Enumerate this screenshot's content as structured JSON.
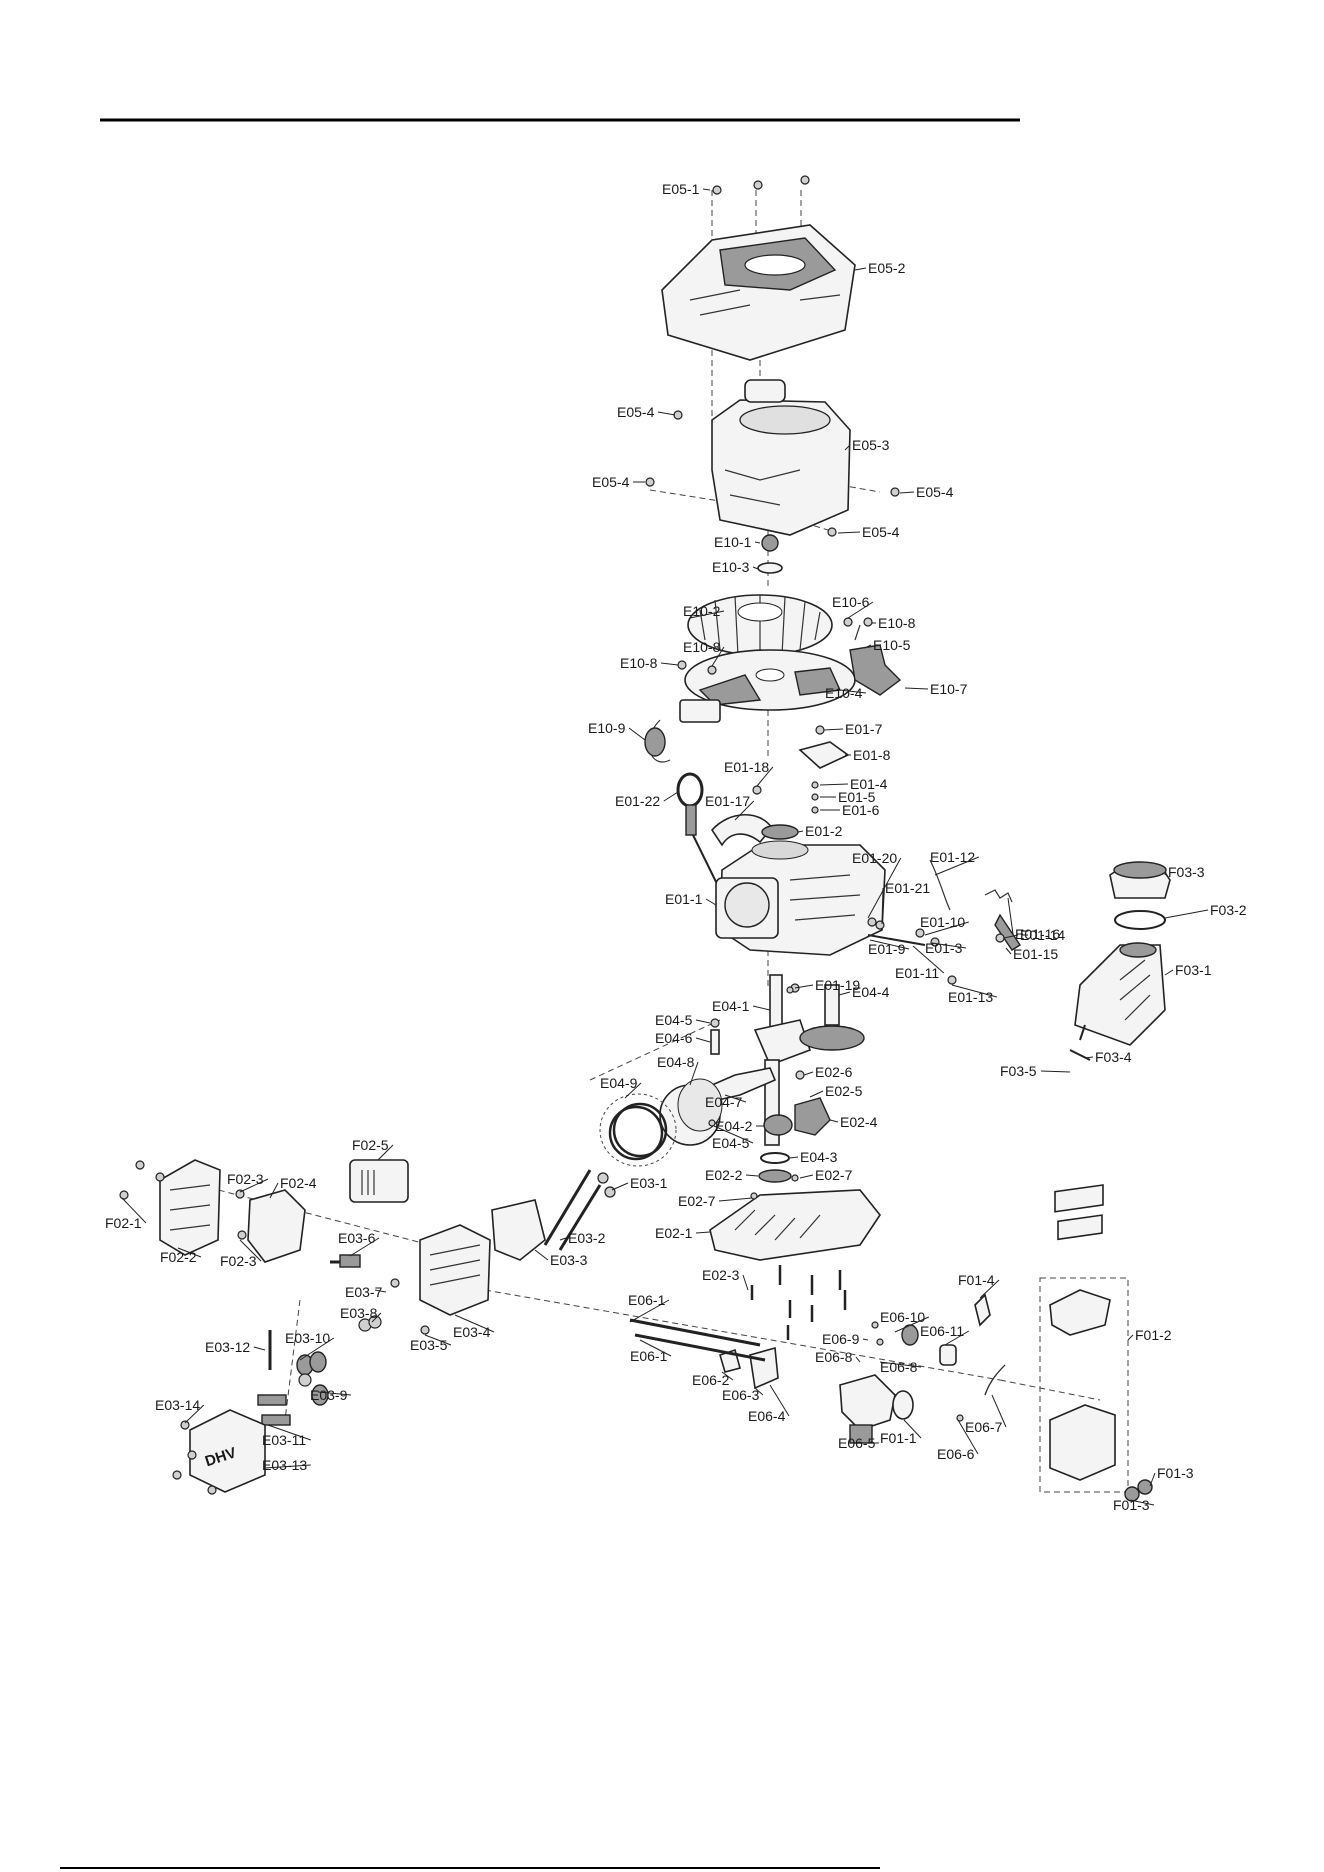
{
  "labels": [
    {
      "id": "E05-1",
      "text": "E05-1"
    },
    {
      "id": "E05-2",
      "text": "E05-2"
    },
    {
      "id": "E05-4a",
      "text": "E05-4"
    },
    {
      "id": "E05-3",
      "text": "E05-3"
    },
    {
      "id": "E05-4b",
      "text": "E05-4"
    },
    {
      "id": "E05-4c",
      "text": "E05-4"
    },
    {
      "id": "E05-4d",
      "text": "E05-4"
    },
    {
      "id": "E10-1",
      "text": "E10-1"
    },
    {
      "id": "E10-3",
      "text": "E10-3"
    },
    {
      "id": "E10-2",
      "text": "E10-2"
    },
    {
      "id": "E10-6",
      "text": "E10-6"
    },
    {
      "id": "E10-8a",
      "text": "E10-8"
    },
    {
      "id": "E10-5",
      "text": "E10-5"
    },
    {
      "id": "E10-8b",
      "text": "E10-8"
    },
    {
      "id": "E10-8c",
      "text": "E10-8"
    },
    {
      "id": "E10-4",
      "text": "E10-4"
    },
    {
      "id": "E10-7",
      "text": "E10-7"
    },
    {
      "id": "E10-9",
      "text": "E10-9"
    },
    {
      "id": "E01-7",
      "text": "E01-7"
    },
    {
      "id": "E01-8",
      "text": "E01-8"
    },
    {
      "id": "E01-18",
      "text": "E01-18"
    },
    {
      "id": "E01-4",
      "text": "E01-4"
    },
    {
      "id": "E01-5",
      "text": "E01-5"
    },
    {
      "id": "E01-22",
      "text": "E01-22"
    },
    {
      "id": "E01-17",
      "text": "E01-17"
    },
    {
      "id": "E01-6",
      "text": "E01-6"
    },
    {
      "id": "E01-2",
      "text": "E01-2"
    },
    {
      "id": "E01-12",
      "text": "E01-12"
    },
    {
      "id": "E01-20",
      "text": "E01-20"
    },
    {
      "id": "E01-21",
      "text": "E01-21"
    },
    {
      "id": "E01-1",
      "text": "E01-1"
    },
    {
      "id": "E01-16",
      "text": "E01-16"
    },
    {
      "id": "E01-10",
      "text": "E01-10"
    },
    {
      "id": "E01-14",
      "text": "E01-14"
    },
    {
      "id": "E01-9",
      "text": "E01-9"
    },
    {
      "id": "E01-3",
      "text": "E01-3"
    },
    {
      "id": "E01-15",
      "text": "E01-15"
    },
    {
      "id": "E01-11",
      "text": "E01-11"
    },
    {
      "id": "E01-19",
      "text": "E01-19"
    },
    {
      "id": "E01-13",
      "text": "E01-13"
    },
    {
      "id": "F03-3",
      "text": "F03-3"
    },
    {
      "id": "F03-2",
      "text": "F03-2"
    },
    {
      "id": "F03-1",
      "text": "F03-1"
    },
    {
      "id": "F03-4",
      "text": "F03-4"
    },
    {
      "id": "F03-5",
      "text": "F03-5"
    },
    {
      "id": "E04-1",
      "text": "E04-1"
    },
    {
      "id": "E04-4",
      "text": "E04-4"
    },
    {
      "id": "E04-5a",
      "text": "E04-5"
    },
    {
      "id": "E04-6",
      "text": "E04-6"
    },
    {
      "id": "E04-8",
      "text": "E04-8"
    },
    {
      "id": "E02-6",
      "text": "E02-6"
    },
    {
      "id": "E04-9",
      "text": "E04-9"
    },
    {
      "id": "E02-5",
      "text": "E02-5"
    },
    {
      "id": "E04-7",
      "text": "E04-7"
    },
    {
      "id": "E02-4",
      "text": "E02-4"
    },
    {
      "id": "E04-2",
      "text": "E04-2"
    },
    {
      "id": "E04-5b",
      "text": "E04-5"
    },
    {
      "id": "E04-3",
      "text": "E04-3"
    },
    {
      "id": "E02-2",
      "text": "E02-2"
    },
    {
      "id": "E02-7a",
      "text": "E02-7"
    },
    {
      "id": "E03-1",
      "text": "E03-1"
    },
    {
      "id": "E02-7b",
      "text": "E02-7"
    },
    {
      "id": "E02-1",
      "text": "E02-1"
    },
    {
      "id": "F02-5",
      "text": "F02-5"
    },
    {
      "id": "F02-3a",
      "text": "F02-3"
    },
    {
      "id": "F02-4",
      "text": "F02-4"
    },
    {
      "id": "F02-1",
      "text": "F02-1"
    },
    {
      "id": "F02-2",
      "text": "F02-2"
    },
    {
      "id": "F02-3b",
      "text": "F02-3"
    },
    {
      "id": "E03-2",
      "text": "E03-2"
    },
    {
      "id": "E03-6",
      "text": "E03-6"
    },
    {
      "id": "E03-3",
      "text": "E03-3"
    },
    {
      "id": "E02-3",
      "text": "E02-3"
    },
    {
      "id": "F01-4",
      "text": "F01-4"
    },
    {
      "id": "E03-7",
      "text": "E03-7"
    },
    {
      "id": "E06-1a",
      "text": "E06-1"
    },
    {
      "id": "E03-8",
      "text": "E03-8"
    },
    {
      "id": "E03-4",
      "text": "E03-4"
    },
    {
      "id": "E03-5",
      "text": "E03-5"
    },
    {
      "id": "E06-10",
      "text": "E06-10"
    },
    {
      "id": "E06-11",
      "text": "E06-11"
    },
    {
      "id": "F01-2",
      "text": "F01-2"
    },
    {
      "id": "E06-9",
      "text": "E06-9"
    },
    {
      "id": "E03-10",
      "text": "E03-10"
    },
    {
      "id": "E03-12",
      "text": "E03-12"
    },
    {
      "id": "E06-1b",
      "text": "E06-1"
    },
    {
      "id": "E06-8a",
      "text": "E06-8"
    },
    {
      "id": "E06-8b",
      "text": "E06-8"
    },
    {
      "id": "E06-2",
      "text": "E06-2"
    },
    {
      "id": "E03-9",
      "text": "E03-9"
    },
    {
      "id": "E06-3",
      "text": "E06-3"
    },
    {
      "id": "E03-14",
      "text": "E03-14"
    },
    {
      "id": "E06-4",
      "text": "E06-4"
    },
    {
      "id": "E06-7",
      "text": "E06-7"
    },
    {
      "id": "E03-11",
      "text": "E03-11"
    },
    {
      "id": "F01-1",
      "text": "F01-1"
    },
    {
      "id": "E06-5",
      "text": "E06-5"
    },
    {
      "id": "E06-6",
      "text": "E06-6"
    },
    {
      "id": "E03-13",
      "text": "E03-13"
    },
    {
      "id": "F01-3a",
      "text": "F01-3"
    },
    {
      "id": "F01-3b",
      "text": "F01-3"
    }
  ],
  "logo_text": "DHV"
}
